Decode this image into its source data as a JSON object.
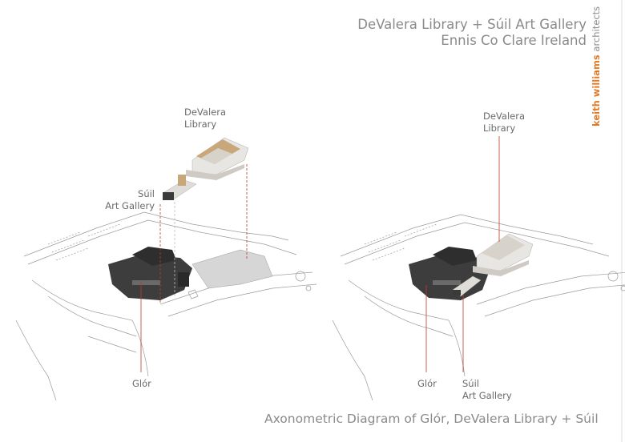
{
  "header": {
    "title_line1": "DeValera Library + Súil Art Gallery",
    "title_line2": "Ennis Co Clare Ireland"
  },
  "brand": {
    "name_bold": "keith williams",
    "name_light": "architects",
    "accent_color": "#e07b2a"
  },
  "left_diagram": {
    "label_library_1": "DeValera",
    "label_library_2": "Library",
    "label_suil_1": "Súil",
    "label_suil_2": "Art Gallery",
    "label_glor": "Glór"
  },
  "right_diagram": {
    "label_library_1": "DeValera",
    "label_library_2": "Library",
    "label_glor": "Glór",
    "label_suil_1": "Súil",
    "label_suil_2": "Art Gallery"
  },
  "caption": "Axonometric Diagram of Glór, DeValera  Library + Súil",
  "colors": {
    "leader": "#c0392b",
    "building_dark": "#3a3a3a",
    "timber": "#c8a87a"
  }
}
